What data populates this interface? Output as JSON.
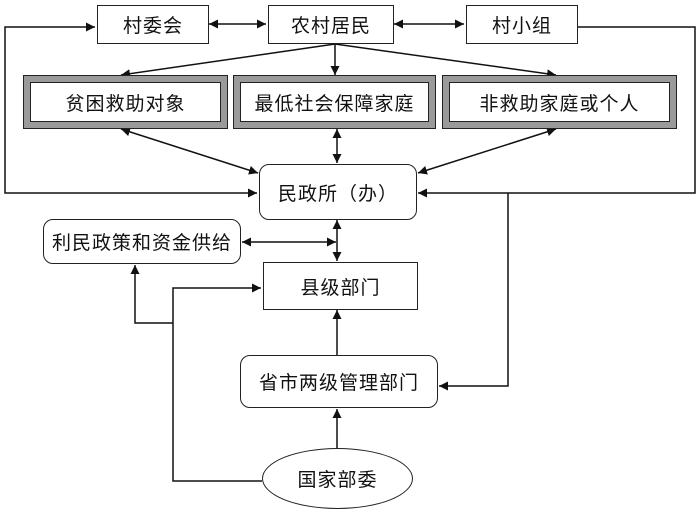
{
  "diagram": {
    "nodes": {
      "village_committee": "村委会",
      "rural_residents": "农村居民",
      "village_group": "村小组",
      "poverty_relief_targets": "贫困救助对象",
      "minimum_security_families": "最低社会保障家庭",
      "non_relief_households": "非救助家庭或个人",
      "civil_affairs_office": "民政所（办）",
      "policy_and_funding": "利民政策和资金供给",
      "county_departments": "县级部门",
      "provincial_municipal_departments": "省市两级管理部门",
      "national_ministries": "国家部委"
    },
    "edges": [
      {
        "from": "村委会",
        "to": "农村居民",
        "direction": "both"
      },
      {
        "from": "农村居民",
        "to": "村小组",
        "direction": "both"
      },
      {
        "from": "农村居民",
        "to": "贫困救助对象",
        "direction": "forward"
      },
      {
        "from": "农村居民",
        "to": "最低社会保障家庭",
        "direction": "forward"
      },
      {
        "from": "农村居民",
        "to": "非救助家庭或个人",
        "direction": "forward"
      },
      {
        "from": "贫困救助对象",
        "to": "民政所（办）",
        "direction": "both"
      },
      {
        "from": "最低社会保障家庭",
        "to": "民政所（办）",
        "direction": "both"
      },
      {
        "from": "非救助家庭或个人",
        "to": "民政所（办）",
        "direction": "both"
      },
      {
        "from": "民政所（办）",
        "to": "村委会",
        "direction": "both"
      },
      {
        "from": "村小组",
        "to": "民政所（办）",
        "direction": "forward"
      },
      {
        "from": "民政所（办）",
        "to": "县级部门",
        "direction": "both"
      },
      {
        "from": "利民政策和资金供给",
        "to": "民政所（办）/县级部门 link",
        "direction": "both"
      },
      {
        "from": "省市两级管理部门",
        "to": "县级部门",
        "direction": "forward"
      },
      {
        "from": "民政所（办）",
        "to": "省市两级管理部门",
        "direction": "forward"
      },
      {
        "from": "国家部委",
        "to": "省市两级管理部门",
        "direction": "forward"
      },
      {
        "from": "国家部委",
        "to": "县级部门",
        "direction": "forward"
      },
      {
        "from": "国家部委",
        "to": "利民政策和资金供给",
        "direction": "forward"
      }
    ]
  }
}
